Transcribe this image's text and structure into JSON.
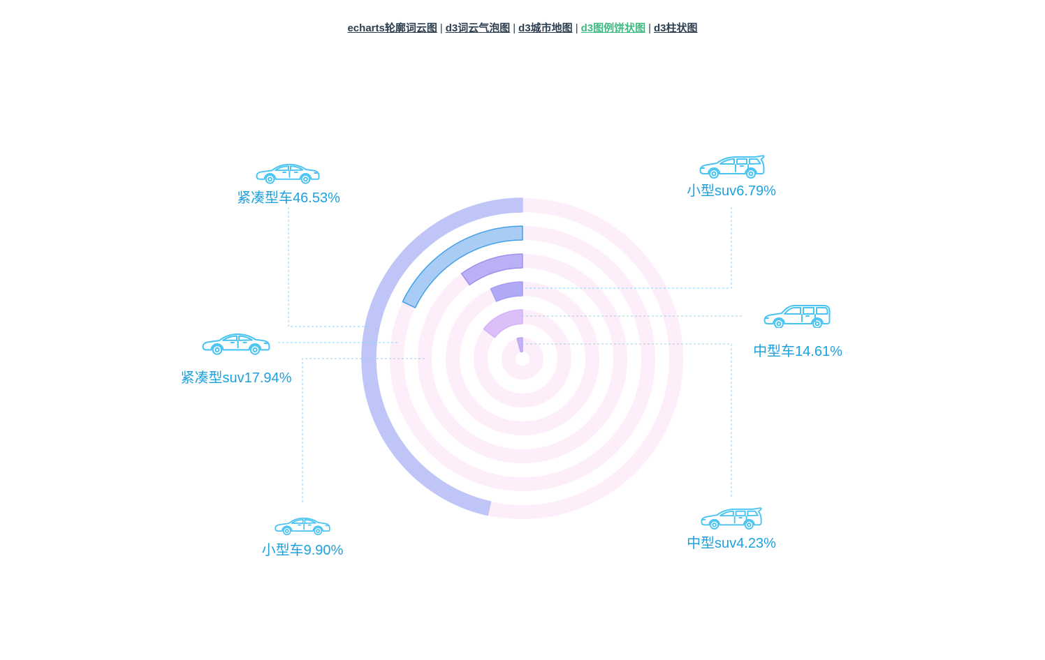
{
  "nav": {
    "links": [
      {
        "label": "echarts轮廓词云图",
        "active": false
      },
      {
        "label": "d3词云气泡图",
        "active": false
      },
      {
        "label": "d3城市地图",
        "active": false
      },
      {
        "label": "d3图例饼状图",
        "active": true
      },
      {
        "label": "d3柱状图",
        "active": false
      }
    ],
    "separator": "|",
    "link_color": "#2c3e50",
    "active_color": "#42b983"
  },
  "chart_data": {
    "type": "pie",
    "categories": [
      "紧凑型车",
      "紧凑型suv",
      "小型车",
      "小型suv",
      "中型车",
      "中型suv"
    ],
    "values": [
      46.53,
      17.94,
      9.9,
      6.79,
      14.61,
      4.23
    ],
    "unit": "%",
    "colors": [
      "#bfc6f7",
      "#a9ccf4",
      "#bbb0f6",
      "#b0a9f6",
      "#dbbff8",
      "#c5b2f7"
    ],
    "stroke_colors": [
      "#bfc6f7",
      "#41a0e8",
      "#9f90ee",
      "#a59cf3",
      "#d2b2f6",
      "#b8a5f3"
    ],
    "track_color": "#fdeefa",
    "icons": [
      "sedan-icon",
      "sedan-icon",
      "sedan-icon",
      "hatchback-icon",
      "wagon-icon",
      "hatchback-icon"
    ]
  },
  "style": {
    "label_color": "#1da1dd",
    "leader_color": "#8dd0f4",
    "icon_color": "#49c3f1"
  }
}
